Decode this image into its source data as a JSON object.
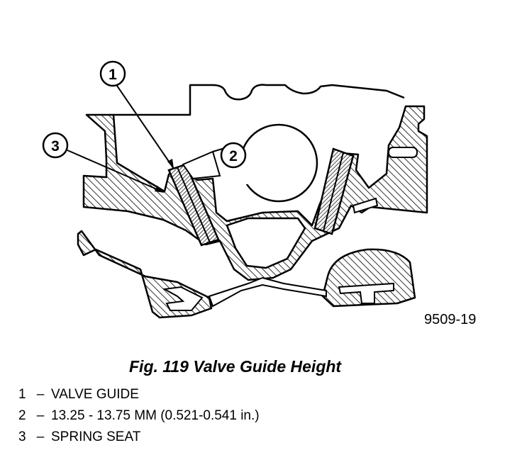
{
  "figure": {
    "number": "9509-19",
    "caption": "Fig. 119 Valve Guide Height"
  },
  "callouts": [
    {
      "id": "1"
    },
    {
      "id": "2"
    },
    {
      "id": "3"
    }
  ],
  "legend": [
    {
      "num": "1",
      "dash": "–",
      "text": "VALVE GUIDE"
    },
    {
      "num": "2",
      "dash": "–",
      "text": "13.25 - 13.75 MM (0.521-0.541 in.)"
    },
    {
      "num": "3",
      "dash": "–",
      "text": "SPRING SEAT"
    }
  ]
}
